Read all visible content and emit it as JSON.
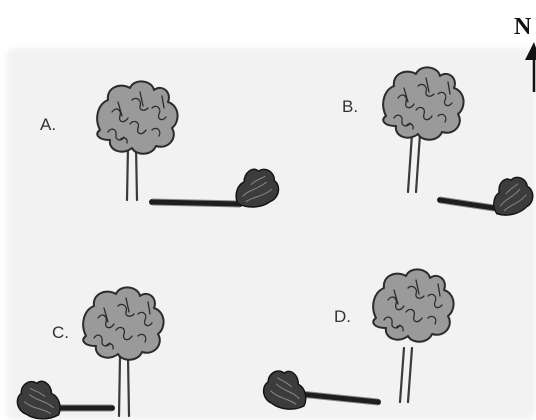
{
  "north": {
    "letter": "N"
  },
  "panels": [
    {
      "label": "A."
    },
    {
      "label": "B."
    },
    {
      "label": "C."
    },
    {
      "label": "D."
    }
  ],
  "colors": {
    "crown": "#9a9a9a",
    "outline": "#2b2b2b",
    "shadow": "#1e1e1e",
    "paper": "#f2f2f2"
  }
}
